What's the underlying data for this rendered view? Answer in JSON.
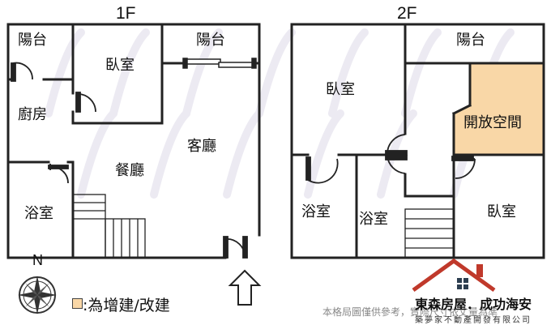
{
  "floors": {
    "f1": {
      "title": "1F",
      "rooms": {
        "balcony_left": "陽台",
        "bedroom": "臥室",
        "balcony_right": "陽台",
        "kitchen": "廚房",
        "living": "客廳",
        "dining": "餐廳",
        "bath": "浴室"
      }
    },
    "f2": {
      "title": "2F",
      "rooms": {
        "balcony": "陽台",
        "bedroom_left": "臥室",
        "open_space": "開放空間",
        "bath_left": "浴室",
        "bath_mid": "浴室",
        "bedroom_right": "臥室"
      }
    }
  },
  "compass": {
    "north_label": "N",
    "icon": "compass-rose-icon"
  },
  "legend": {
    "text": ":為增建/改建",
    "swatch_color": "#f9d7a7"
  },
  "entrance": {
    "icon": "entrance-arrow-icon"
  },
  "footer": {
    "disclaimer": "本格局圖僅供參考，實際尺寸依丈量為準",
    "brand": "東森房屋．成功海安",
    "brand_sub": "築夢家不動產開發有限公司",
    "brand_color": "#c0392b"
  }
}
